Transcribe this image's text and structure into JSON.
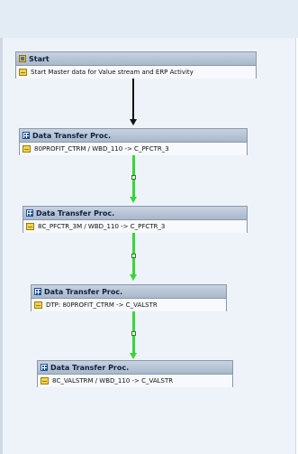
{
  "nodes": [
    {
      "title": "Start",
      "text": "Start Master data for Value stream and ERP Activity",
      "header_icon": "start-process-icon",
      "body_icon": "variant-icon"
    },
    {
      "title": "Data Transfer Proc.",
      "text": "80PROFIT_CTRM / WBD_110 -> C_PFCTR_3",
      "header_icon": "data-transfer-icon",
      "body_icon": "variant-icon"
    },
    {
      "title": "Data Transfer Proc.",
      "text": "8C_PFCTR_3M / WBD_110 -> C_PFCTR_3",
      "header_icon": "data-transfer-icon",
      "body_icon": "variant-icon"
    },
    {
      "title": "Data Transfer Proc.",
      "text": "DTP: 80PROFIT_CTRM -> C_VALSTR",
      "header_icon": "data-transfer-icon",
      "body_icon": "variant-icon"
    },
    {
      "title": "Data Transfer Proc.",
      "text": "8C_VALSTRM / WBD_110 -> C_VALSTR",
      "header_icon": "data-transfer-icon",
      "body_icon": "variant-icon"
    }
  ],
  "colors": {
    "success_link": "#38d63a",
    "start_link": "#111111",
    "header_fill": "#a9b8ca",
    "canvas_bg": "#eef3fa"
  }
}
